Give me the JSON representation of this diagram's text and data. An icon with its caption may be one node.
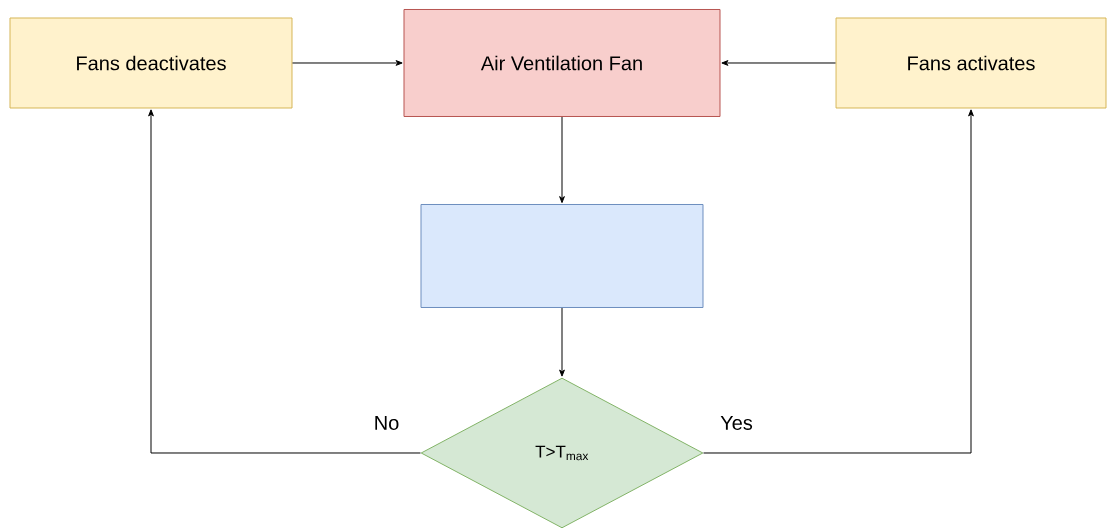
{
  "diagram": {
    "nodes": [
      {
        "text": [
          "Fans deactivates"
        ]
      },
      {
        "text": [
          "Air Ventilation Fan"
        ]
      },
      {
        "text": [
          "Fans activates"
        ]
      },
      {
        "text": [],
        "shape": "box"
      },
      {
        "text": [
          "T>T$_{max}$"
        ]
      }
    ],
    "edges": [
      {
        "from": 0,
        "to": 1,
        "arrow": "to"
      },
      {
        "from": 2,
        "to": 1,
        "arrow": "to"
      },
      {
        "from": 1,
        "to": 3,
        "arrow": "to"
      },
      {
        "from": 3,
        "to": 4,
        "arrow": "to"
      },
      {
        "from": 4,
        "to": 0,
        "arrow": "to",
        "label": "No"
      },
      {
        "from": 4,
        "to": 2,
        "arrow": "to",
        "label": "Yes"
      }
    ]
  }
}
